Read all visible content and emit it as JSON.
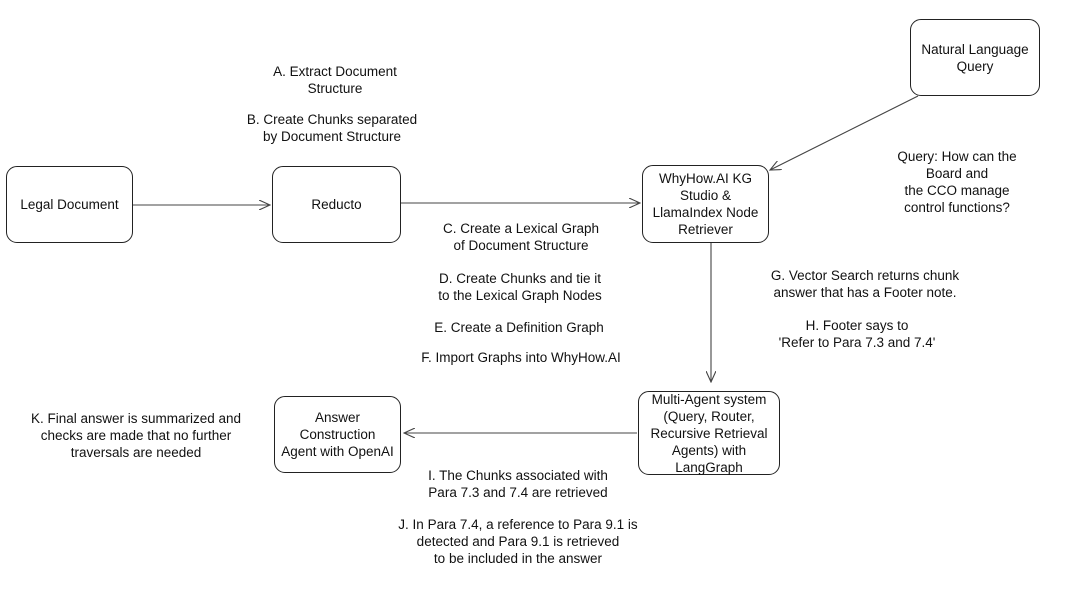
{
  "nodes": {
    "legal_document": "Legal Document",
    "reducto": "Reducto",
    "natural_language_query": "Natural Language\nQuery",
    "whyhow_retriever": "WhyHow.AI KG\nStudio &\nLlamaIndex Node\nRetriever",
    "multi_agent": "Multi-Agent system\n(Query, Router,\nRecursive Retrieval\nAgents) with\nLangGraph",
    "answer_agent": "Answer\nConstruction\nAgent with OpenAI"
  },
  "labels": {
    "a": "A. Extract Document\nStructure",
    "b": "B. Create Chunks separated\nby Document Structure",
    "query_text": "Query: How can the Board and\nthe CCO manage control functions?",
    "c": "C. Create a Lexical Graph\nof Document Structure",
    "d": "D. Create Chunks and tie it\nto the Lexical Graph Nodes",
    "e": "E. Create a Definition Graph",
    "f": "F. Import Graphs into WhyHow.AI",
    "g": "G. Vector Search returns chunk\nanswer that has a Footer note.",
    "h": "H. Footer says to\n'Refer to Para 7.3 and 7.4'",
    "k": "K. Final answer is summarized and\nchecks are made that no further\ntraversals are needed",
    "i": "I. The Chunks associated with\nPara 7.3 and 7.4 are retrieved",
    "j": "J. In Para 7.4, a reference to Para 9.1 is\ndetected and Para 9.1 is retrieved\nto be included in the answer"
  }
}
